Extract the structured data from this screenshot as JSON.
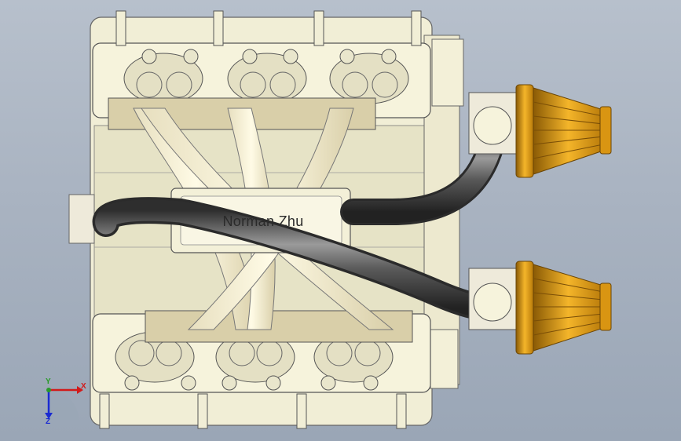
{
  "model": {
    "label": "Norman Zhu"
  },
  "triad": {
    "x_label": "X",
    "y_label": "Y",
    "z_label": "Z"
  },
  "colors": {
    "background_top": "#b7c0cc",
    "background_bottom": "#9aa6b6",
    "block": "#f3f0d8",
    "manifold_plate": "#d9cfa9",
    "pipe": "#4a4a4a",
    "filter": "#e8a21a",
    "axis_x": "#d21a1a",
    "axis_y": "#2a9a2a",
    "axis_z": "#1a2ad2"
  },
  "icons": [
    "coordinate-triad-icon"
  ]
}
